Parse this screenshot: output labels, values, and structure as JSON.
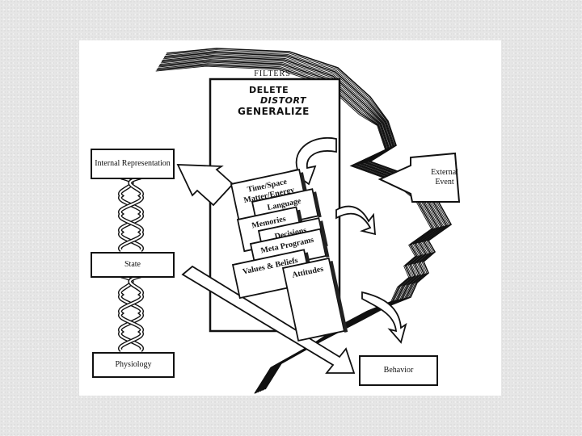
{
  "filters": {
    "title": "FILTERS",
    "delete": "DELETE",
    "distort": "DISTORT",
    "generalize": "GENERALIZE"
  },
  "filter_cards": [
    {
      "line1": "Time/Space",
      "line2": "Matter/Energy"
    },
    {
      "line1": "Language",
      "line2": ""
    },
    {
      "line1": "Memories",
      "line2": ""
    },
    {
      "line1": "Decisions",
      "line2": ""
    },
    {
      "line1": "Meta Programs",
      "line2": ""
    },
    {
      "line1": "Values & Beliefs",
      "line2": ""
    },
    {
      "line1": "Attitudes",
      "line2": ""
    }
  ],
  "boxes": {
    "internal_representation": "Internal Representation",
    "state": "State",
    "physiology": "Physiology",
    "behavior": "Behavior"
  },
  "external_event": {
    "line1": "External",
    "line2": "Event"
  }
}
